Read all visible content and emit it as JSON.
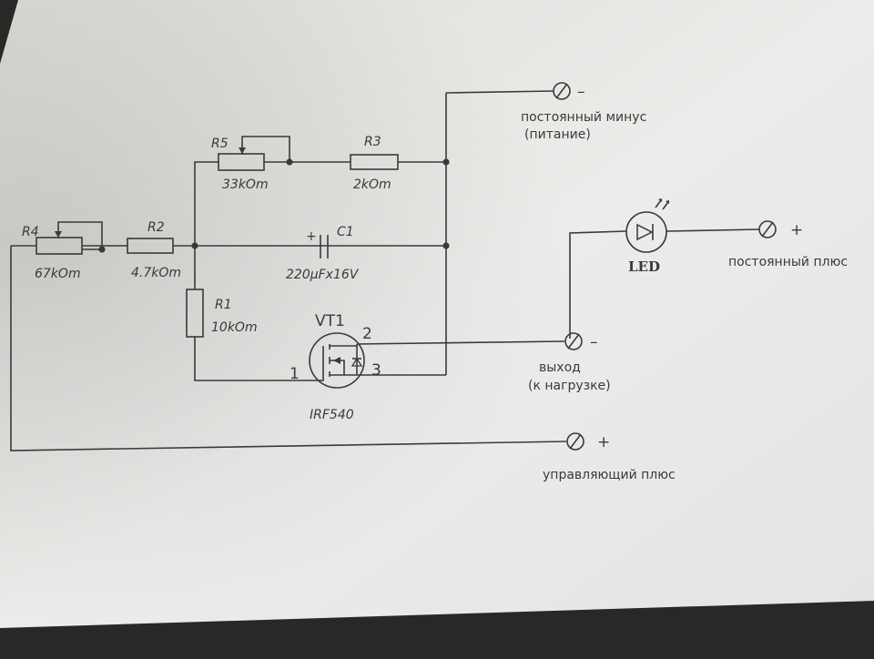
{
  "labels": {
    "r4": "R4",
    "r4_val": "67kOm",
    "r2": "R2",
    "r2_val": "4.7kOm",
    "r5": "R5",
    "r5_val": "33kOm",
    "r3": "R3",
    "r3_val": "2kOm",
    "r1": "R1",
    "r1_val": "10kOm",
    "c1": "C1",
    "c1_plus": "+",
    "c1_val": "220µFx16V",
    "vt1": "VT1",
    "vt1_model": "IRF540",
    "pin1": "1",
    "pin2": "2",
    "pin3": "3",
    "led": "LED"
  },
  "terminals": {
    "minus_supply": {
      "sign": "–",
      "line1": "постоянный минус",
      "line2": "(питание)"
    },
    "plus_supply": {
      "sign": "+",
      "line1": "постоянный плюс"
    },
    "output": {
      "sign": "–",
      "line1": "выход",
      "line2": "(к нагрузке)"
    },
    "control_plus": {
      "sign": "+",
      "line1": "управляющий плюс"
    }
  }
}
